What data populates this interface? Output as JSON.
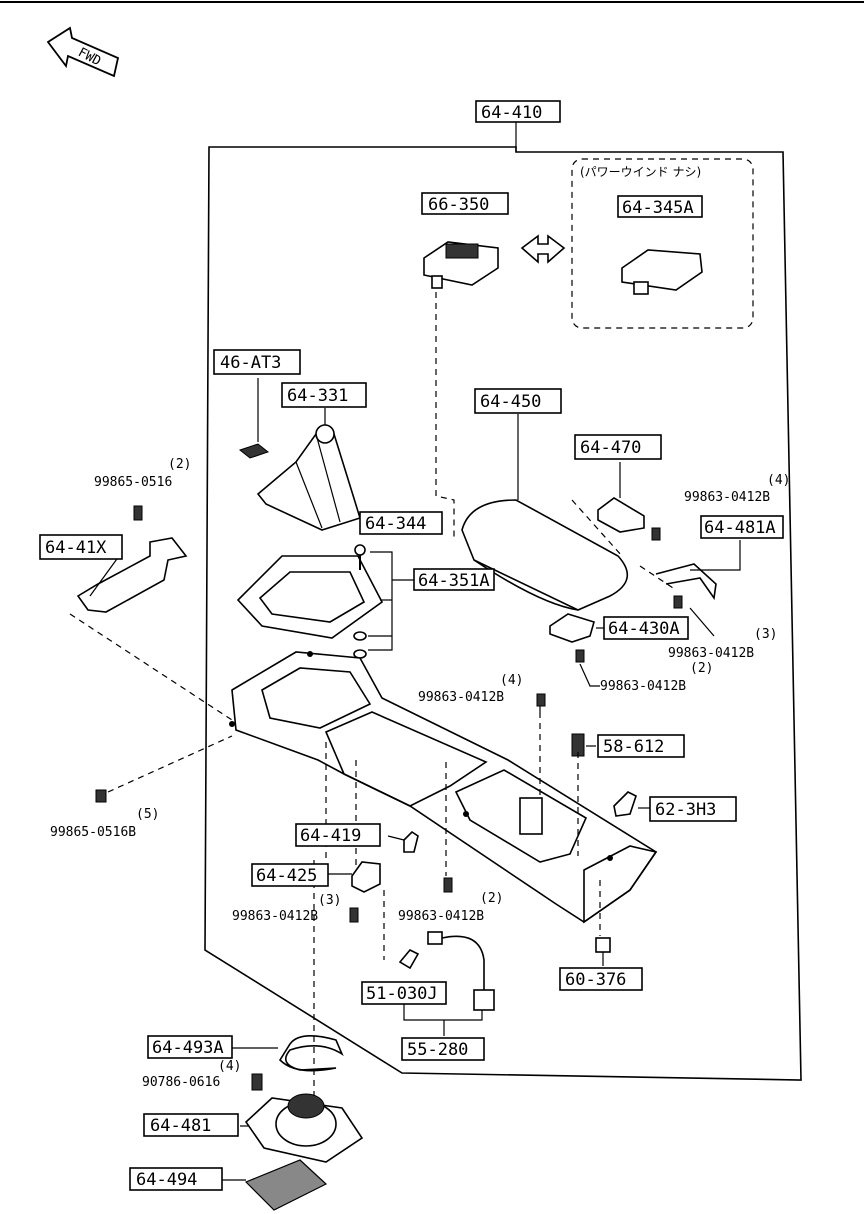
{
  "fwd_label": "FWD",
  "note_power_window": "(パワーウインド ナシ)",
  "parts": {
    "p64_410": "64-410",
    "p66_350": "66-350",
    "p64_345A": "64-345A",
    "p46_AT3": "46-AT3",
    "p64_331": "64-331",
    "p64_344": "64-344",
    "p64_450": "64-450",
    "p64_470": "64-470",
    "p64_481A": "64-481A",
    "p64_41X": "64-41X",
    "p64_351A": "64-351A",
    "p64_430A": "64-430A",
    "p58_612": "58-612",
    "p62_3H3": "62-3H3",
    "p64_419": "64-419",
    "p64_425": "64-425",
    "p60_376": "60-376",
    "p51_030J": "51-030J",
    "p55_280": "55-280",
    "p64_493A": "64-493A",
    "p64_481": "64-481",
    "p64_494": "64-494"
  },
  "fasteners": {
    "f1_qty": "(2)",
    "f1_num": "99865-0516",
    "f2_qty": "(4)",
    "f2_num": "99863-0412B",
    "f3_qty": "(3)",
    "f3_num": "99863-0412B",
    "f4_qty": "(2)",
    "f4_num": "99863-0412B",
    "f5_qty": "(4)",
    "f5_num": "99863-0412B",
    "f6_qty": "(5)",
    "f6_num": "99865-0516B",
    "f7_qty": "(3)",
    "f7_num": "99863-0412B",
    "f8_qty": "(2)",
    "f8_num": "99863-0412B",
    "f9_qty": "(4)",
    "f9_num": "90786-0616"
  }
}
